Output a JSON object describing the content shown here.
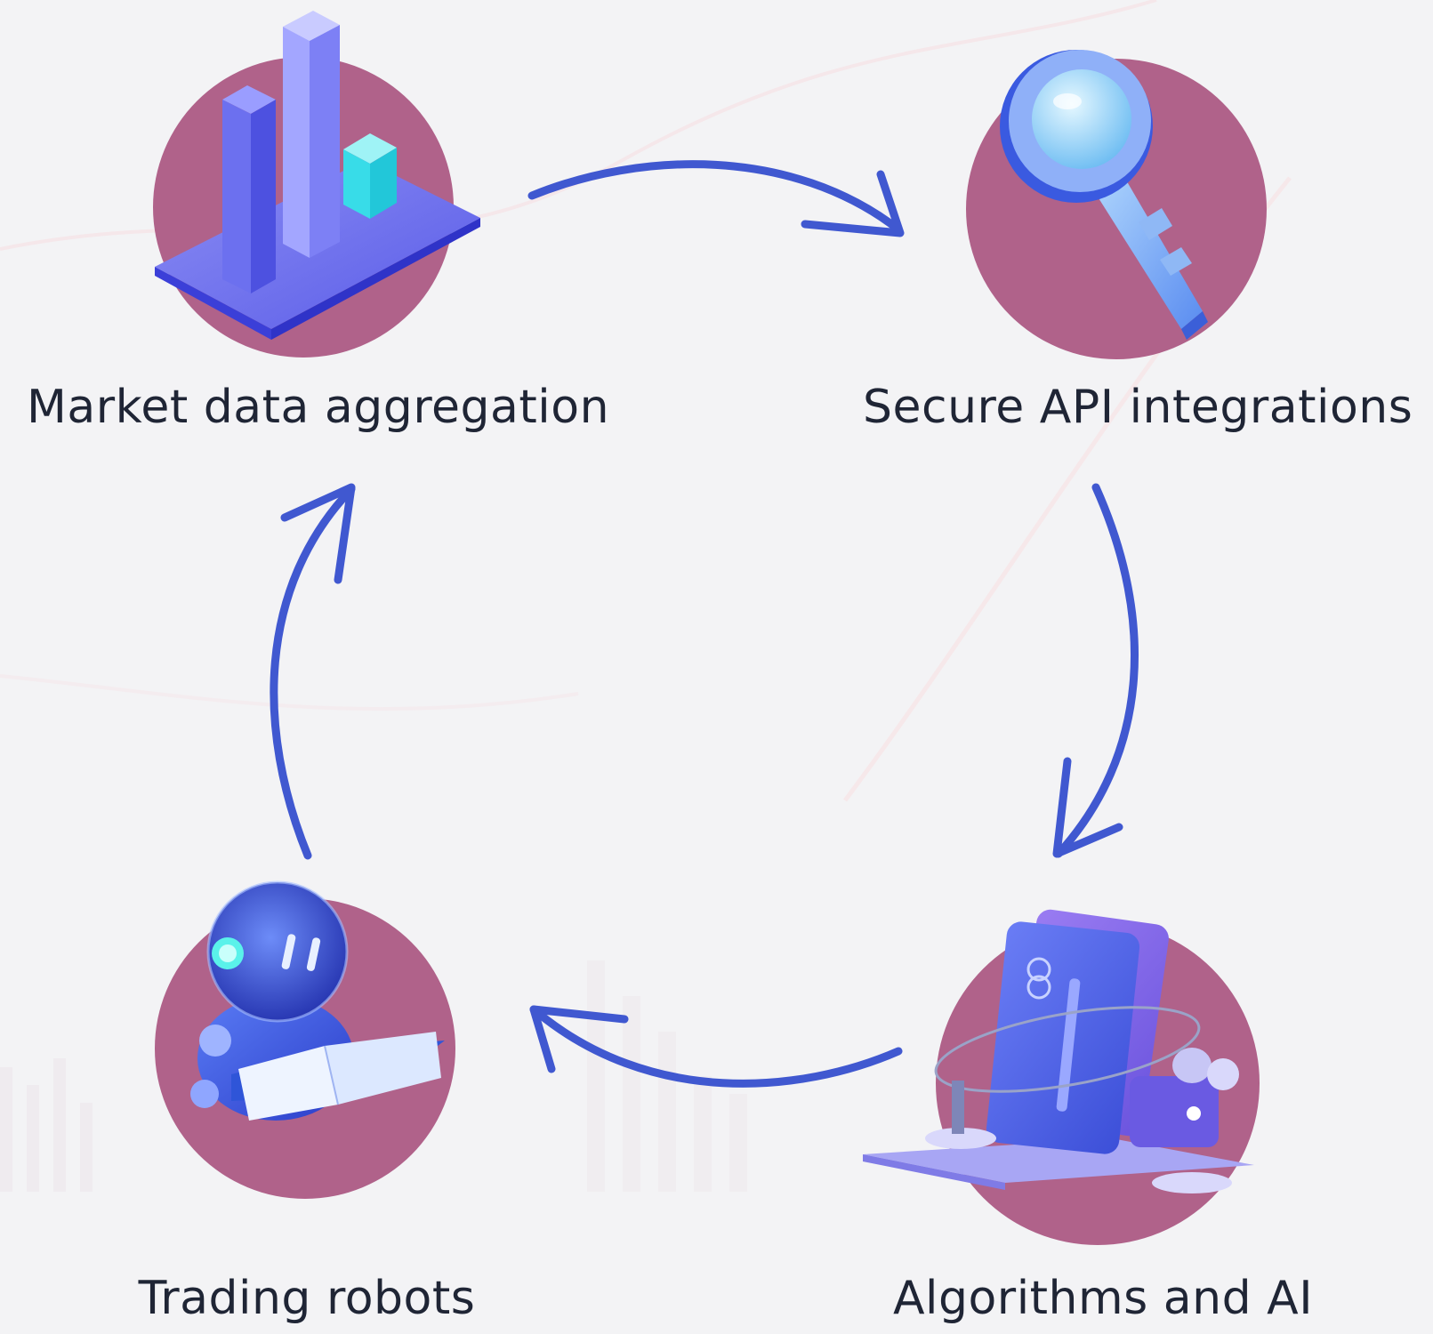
{
  "steps": [
    {
      "id": "market-data",
      "label": "Market data aggregation",
      "icon": "bar-chart-icon"
    },
    {
      "id": "api",
      "label": "Secure API integrations",
      "icon": "key-magnifier-icon"
    },
    {
      "id": "algorithms",
      "label": "Algorithms and AI",
      "icon": "cards-wallet-icon"
    },
    {
      "id": "robots",
      "label": "Trading robots",
      "icon": "robot-reading-icon"
    }
  ],
  "flow": [
    "market-data",
    "api",
    "algorithms",
    "robots",
    "market-data"
  ],
  "colors": {
    "background": "#f3f3f5",
    "circle": "#b0628a",
    "arrow": "#4058d0",
    "text": "#1f2535"
  }
}
